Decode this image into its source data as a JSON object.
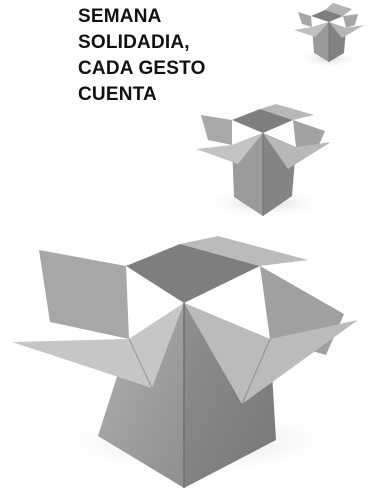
{
  "headline": {
    "lines": [
      "SEMANA",
      "SOLIDADIA,",
      "CADA GESTO",
      "CUENTA"
    ]
  },
  "illustrations": [
    {
      "name": "open-cardboard-box-small-icon"
    },
    {
      "name": "open-cardboard-box-medium-icon"
    },
    {
      "name": "open-cardboard-box-large-icon"
    }
  ],
  "colors": {
    "background": "#ffffff",
    "text": "#111111",
    "box_light": "#b9b9b9",
    "box_mid": "#9d9d9d",
    "box_dark": "#7f7f7f",
    "box_inner": "#868686",
    "shadow": "#d8d8d8"
  }
}
